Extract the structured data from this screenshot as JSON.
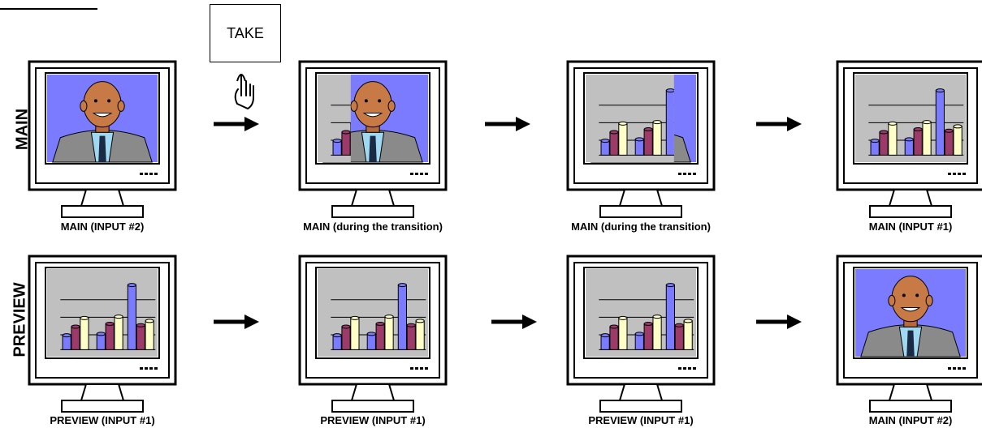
{
  "take_label": "TAKE",
  "rows": {
    "main": "MAIN",
    "preview": "PREVIEW"
  },
  "captions": {
    "main": [
      "MAIN (INPUT #2)",
      "MAIN (during the transition)",
      "MAIN (during the transition)",
      "MAIN (INPUT #1)"
    ],
    "preview": [
      "PREVIEW (INPUT #1)",
      "PREVIEW (INPUT #1)",
      "PREVIEW (INPUT #1)",
      "MAIN (INPUT #2)"
    ]
  },
  "screens": {
    "main": [
      "person",
      "wipe-30",
      "wipe-80",
      "chart"
    ],
    "preview": [
      "chart",
      "chart",
      "chart",
      "person"
    ]
  },
  "colors": {
    "person_bg": "#7b7bff",
    "chart_bg": "#c0c0c0",
    "bar_blue": "#7b7bff",
    "bar_purple": "#9c3a6a",
    "bar_cream": "#ffffc8"
  }
}
